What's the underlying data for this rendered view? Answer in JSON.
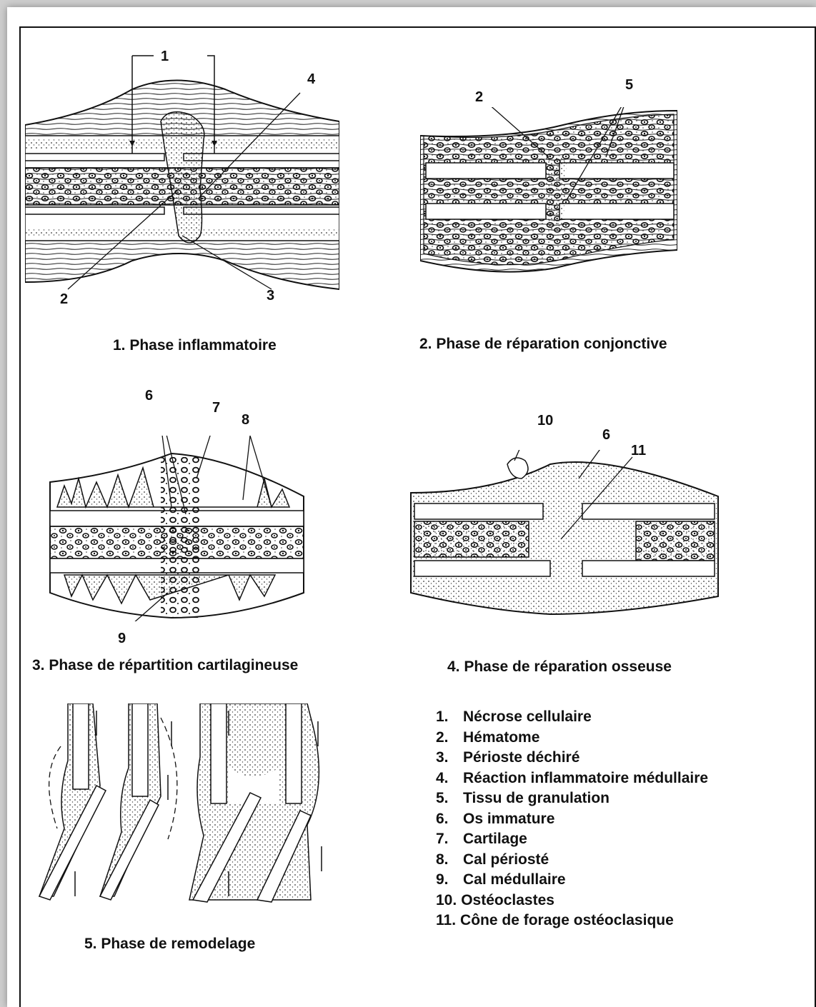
{
  "captions": {
    "phase1": "1. Phase inflammatoire",
    "phase2": "2. Phase de réparation conjonctive",
    "phase3": "3. Phase de répartition cartilagineuse",
    "phase4": "4. Phase de réparation osseuse",
    "phase5": "5. Phase de remodelage"
  },
  "markers": {
    "f1": [
      "1",
      "4",
      "2",
      "3"
    ],
    "f2": [
      "2",
      "5"
    ],
    "f3": [
      "6",
      "7",
      "8",
      "9"
    ],
    "f4": [
      "10",
      "6",
      "11"
    ]
  },
  "legend": [
    {
      "num": "1.",
      "text": "Nécrose cellulaire"
    },
    {
      "num": "2.",
      "text": "Hématome"
    },
    {
      "num": "3.",
      "text": "Périoste déchiré"
    },
    {
      "num": "4.",
      "text": "Réaction inflammatoire médullaire"
    },
    {
      "num": "5.",
      "text": "Tissu de granulation"
    },
    {
      "num": "6.",
      "text": "Os immature"
    },
    {
      "num": "7.",
      "text": "Cartilage"
    },
    {
      "num": "8.",
      "text": "Cal périosté"
    },
    {
      "num": "9.",
      "text": "Cal médullaire"
    },
    {
      "num": "10.",
      "text": "Ostéoclastes"
    },
    {
      "num": "11.",
      "text": "Cône de forage ostéoclasique"
    }
  ]
}
